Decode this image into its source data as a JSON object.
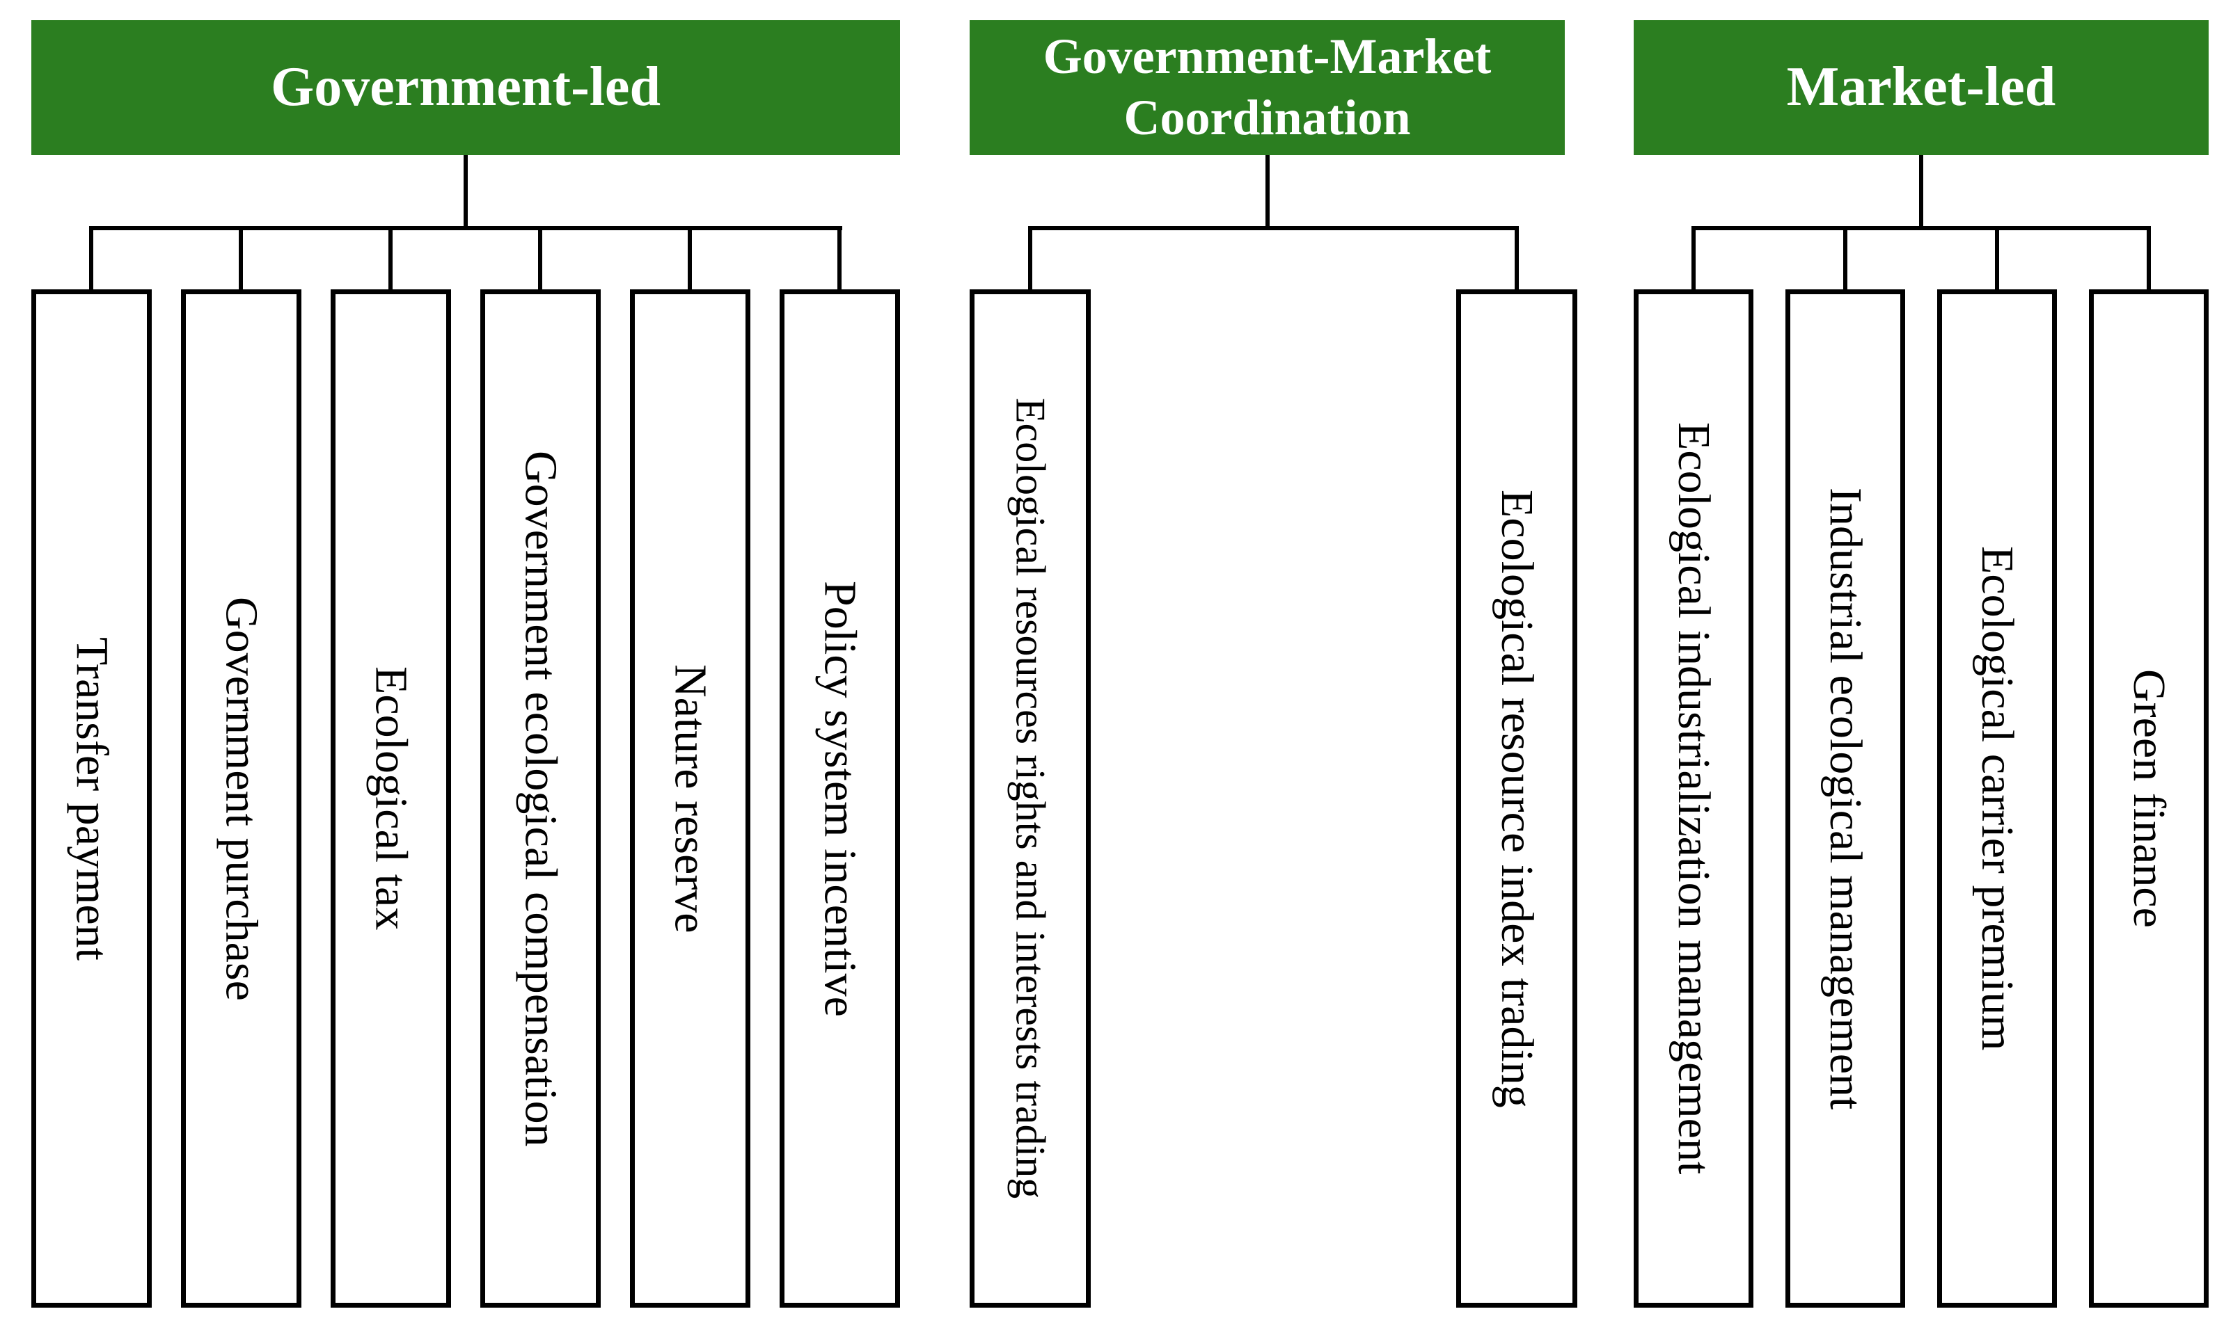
{
  "colors": {
    "header_background": "#2b7e20",
    "header_text": "#ffffff",
    "box_border": "#000000",
    "box_text": "#000000",
    "connector_line": "#000000",
    "page_background": "#ffffff"
  },
  "groups": [
    {
      "title": "Government-led",
      "items": [
        "Transfer payment",
        "Government purchase",
        "Ecological tax",
        "Government ecological compensation",
        "Nature reserve",
        "Policy system incentive"
      ]
    },
    {
      "title": "Government-Market Coordination",
      "items": [
        "Ecological resources rights and interests trading",
        "Ecological resource index trading"
      ]
    },
    {
      "title": "Market-led",
      "items": [
        "Ecological industrialization management",
        "Industrial ecological management",
        "Ecological carrier premium",
        "Green finance"
      ]
    }
  ]
}
